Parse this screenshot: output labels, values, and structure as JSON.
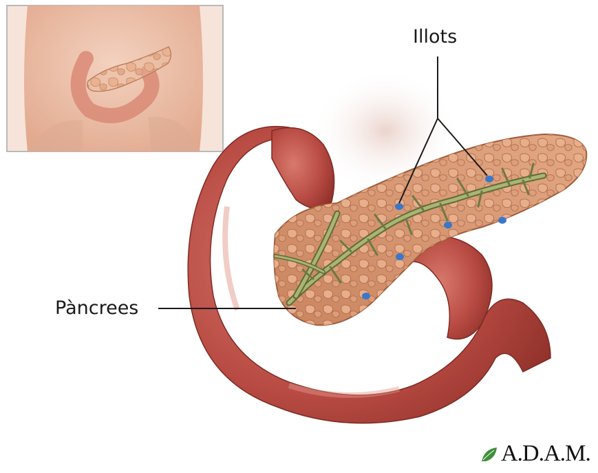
{
  "labels": {
    "islets": "Illots",
    "pancreas": "Pàncrees"
  },
  "logo": {
    "text": "A.D.A.M."
  },
  "colors": {
    "intestine": "#c0524a",
    "pancreas": "#d9956e",
    "duct": "#8b9a5c",
    "islet": "#3b77c9",
    "inset_border": "#b9b9b9",
    "logo_leaf": "#3f8f3a"
  }
}
